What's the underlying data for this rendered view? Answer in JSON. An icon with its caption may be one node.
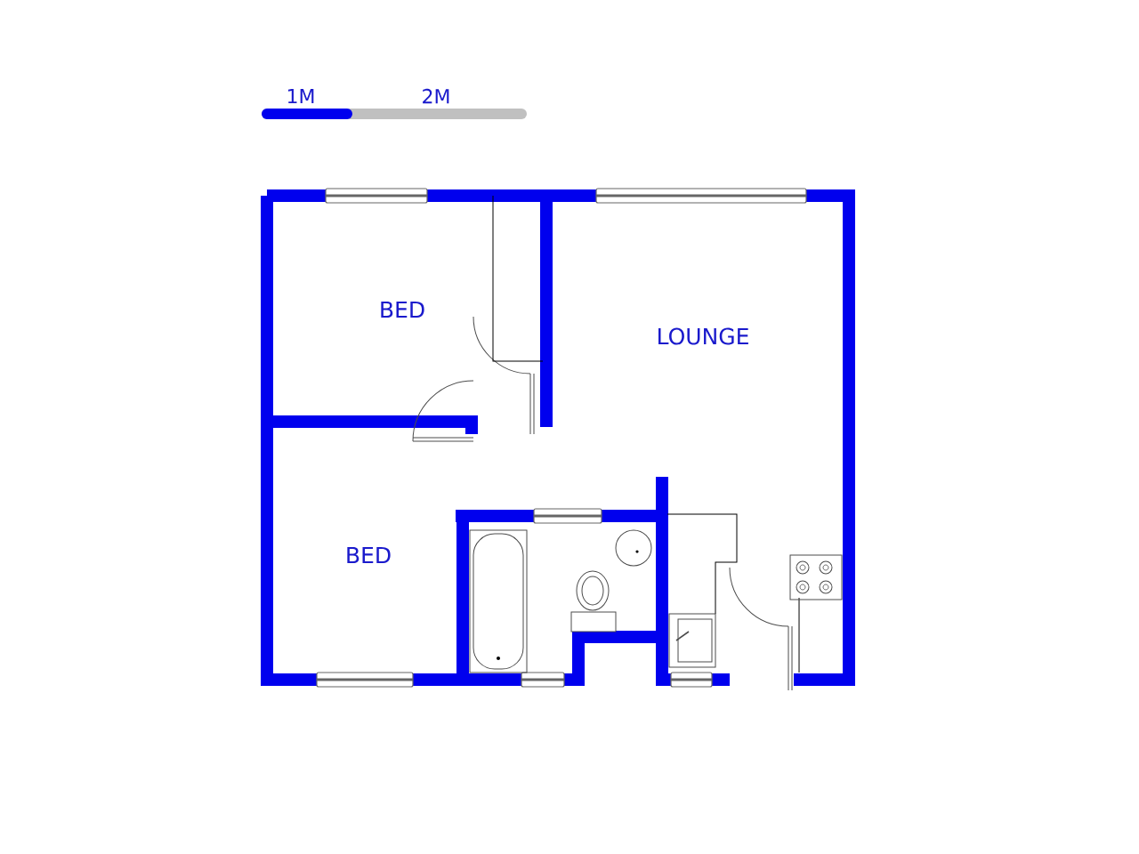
{
  "diagram": {
    "labels": [
      "1M",
      "2M",
      "BED",
      "LOUNGE",
      "BED"
    ]
  }
}
